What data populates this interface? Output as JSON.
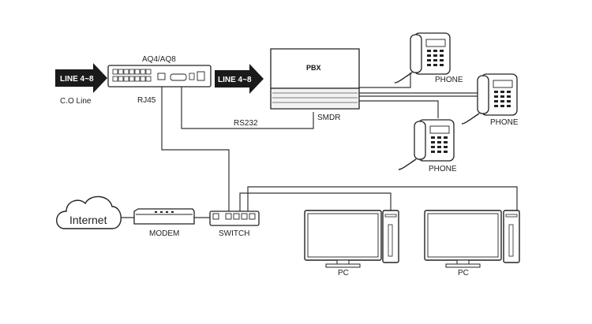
{
  "labels": {
    "co_line_arrow": "LINE 4~8",
    "co_line": "C.O Line",
    "recorder": "AQ4/AQ8",
    "rj45": "RJ45",
    "pbx_arrow": "LINE 4~8",
    "pbx": "PBX",
    "rs232": "RS232",
    "smdr": "SMDR",
    "phone_1": "PHONE",
    "phone_2": "PHONE",
    "phone_3": "PHONE",
    "internet": "Internet",
    "modem": "MODEM",
    "switch": "SWITCH",
    "pc_1": "PC",
    "pc_2": "PC"
  },
  "colors": {
    "line": "#333333",
    "arrow_fill": "#1a1a1a",
    "device_fill": "#ffffff",
    "screen_fill": "#ffffff",
    "pbx_fill": "#f2f2f2"
  },
  "icons": [
    "arrow-icon",
    "recorder-icon",
    "pbx-icon",
    "phone-icon",
    "cloud-icon",
    "modem-icon",
    "switch-icon",
    "monitor-icon",
    "tower-icon"
  ]
}
